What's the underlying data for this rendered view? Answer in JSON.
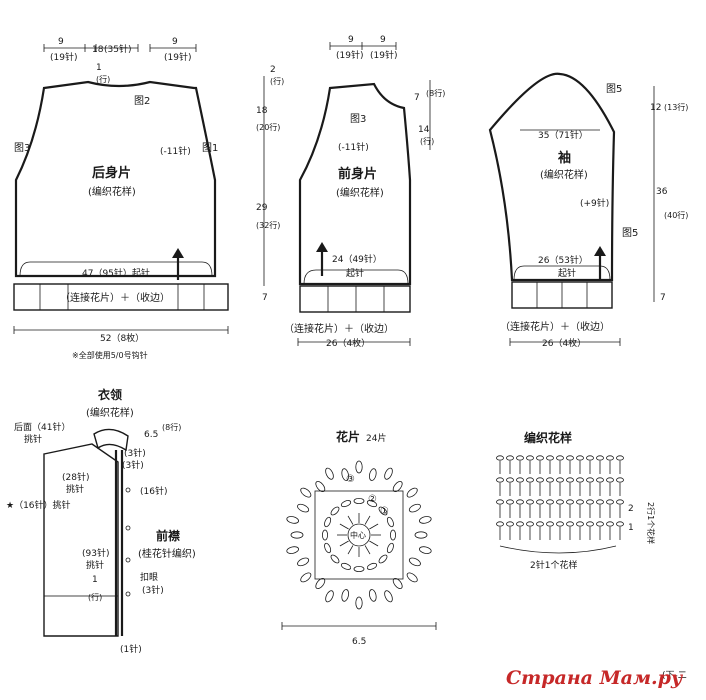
{
  "colors": {
    "ink": "#1a1a1a",
    "watermark": "#c62828",
    "paper": "#ffffff"
  },
  "back": {
    "top_w1": "9",
    "top_s1": "(19针)",
    "top_w2": "18",
    "top_s2": "(35针)",
    "top_w3": "9",
    "top_s3": "(19针)",
    "neck_h": "1",
    "neck_s": "(行)",
    "fig2": "图2",
    "fig3": "图3",
    "fig1": "图1",
    "dec": "(-11针)",
    "title": "后身片",
    "pattern": "(编织花样)",
    "cast_on": "47（95针）起针",
    "border": "（连接花片）＋（收边）",
    "width": "52（8枚）",
    "note": "※全部使用5/0号钩针"
  },
  "front": {
    "top_w1": "9",
    "top_s1": "(19针)",
    "top_w2": "9",
    "top_s2": "(19针)",
    "h1": "2",
    "h1s": "(行)",
    "h2": "18",
    "h2s": "(20行)",
    "h3": "29",
    "h3s": "(32行)",
    "h4": "7",
    "s1": "7",
    "s1s": "(8行)",
    "s2": "14",
    "s2s": "(行)",
    "fig3": "图3",
    "dec": "(-11针)",
    "title": "前身片",
    "pattern": "(编织花样)",
    "cast_w": "24（49针）",
    "cast_on": "起针",
    "border": "（连接花片）＋（收边）",
    "width": "26（4枚）"
  },
  "sleeve": {
    "fig5a": "图5",
    "fig5b": "图5",
    "h1": "12",
    "h1s": "(13行)",
    "h2": "36",
    "h2s": "(40行)",
    "h3": "7",
    "top_w": "35（71针）",
    "title": "袖",
    "pattern": "(编织花样)",
    "inc": "(+9针)",
    "cast_w": "26（53针）",
    "cast_on": "起针",
    "border": "（连接花片）＋（收边）",
    "width": "26（4枚）"
  },
  "collar": {
    "title": "衣领",
    "pattern": "(编织花样)",
    "pick_back": "后面（41针）",
    "pick_back2": "挑针",
    "h": "6.5",
    "hs": "(8行)",
    "p1": "(3针)",
    "p2": "(3针)",
    "p3": "(28针)",
    "p4": "挑针",
    "p5": "(16针)",
    "p6": "★（16针）挑针",
    "placket": "前襟",
    "placket_pattern": "(桂花针编织)",
    "p7": "(93针)",
    "p8": "挑针",
    "p9": "1",
    "p10": "(行)",
    "buttonhole": "扣眼",
    "buttonhole2": "(3针)",
    "p11": "(1针)"
  },
  "motif": {
    "title": "花片",
    "count": "24片",
    "center": "中心",
    "round1": "①",
    "round2": "②",
    "round3": "③",
    "size": "6.5"
  },
  "stitch": {
    "title": "编织花样",
    "r1": "1",
    "r2": "2",
    "rows": "2行1个花样",
    "repeat": "2针1个花样"
  },
  "watermark": {
    "text": "Страна Мам.ру",
    "page": "(下-二"
  }
}
